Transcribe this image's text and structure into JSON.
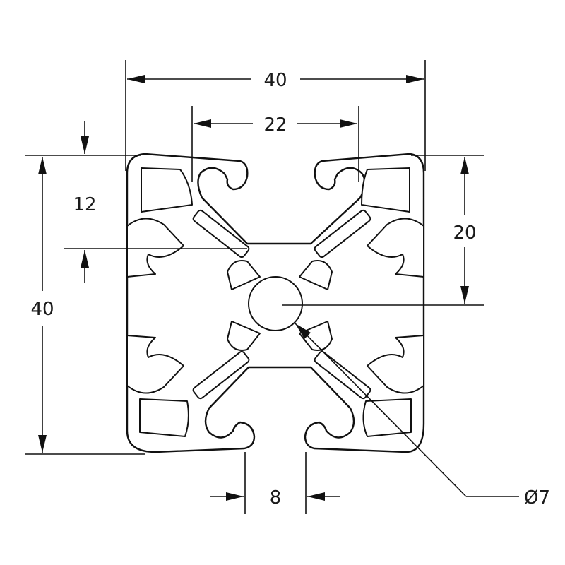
{
  "dimensions": {
    "overall_width": "40",
    "slot_width_outer": "22",
    "overall_height": "40",
    "slot_depth": "12",
    "half_height": "20",
    "slot_opening": "8",
    "center_bore": "Ø7"
  }
}
